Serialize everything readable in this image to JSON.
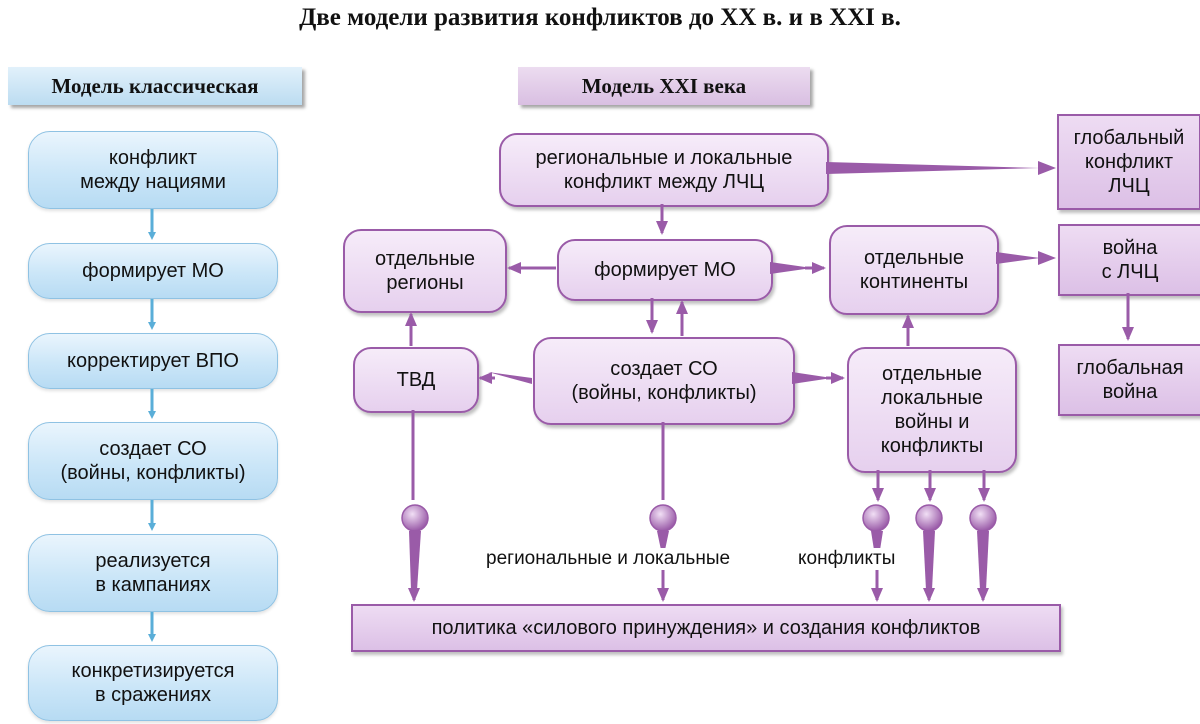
{
  "title": "Две модели развития конфликтов до XX в. и в XXI в.",
  "classic": {
    "header": "Модель классическая",
    "steps": [
      "конфликт\nмежду нациями",
      "формирует МО",
      "корректирует ВПО",
      "создает СО\n(войны, конфликты)",
      "реализуется\nв кампаниях",
      "конкретизируется\nв сражениях"
    ]
  },
  "modern": {
    "header": "Модель XXI века",
    "regional": "региональные и локальные\nконфликт между ЛЧЦ",
    "global_conflict": "глобальный\nконфликт\nЛЧЦ",
    "regions": "отдельные\nрегионы",
    "forms_mo": "формирует МО",
    "continents": "отдельные\nконтиненты",
    "war_lchc": "война\nс ЛЧЦ",
    "tvd": "ТВД",
    "creates_so": "создает СО\n(войны, конфликты)",
    "local_wars": "отдельные\nлокальные\nвойны и\nконфликты",
    "global_war": "глобальная\nвойна",
    "regional_label": "региональные и локальные",
    "conflicts_label": "конфликты",
    "policy": "политика «силового принуждения» и создания конфликтов"
  },
  "colors": {
    "blue_arrow": "#5aaed8",
    "purple_arrow": "#9a5ba8"
  }
}
